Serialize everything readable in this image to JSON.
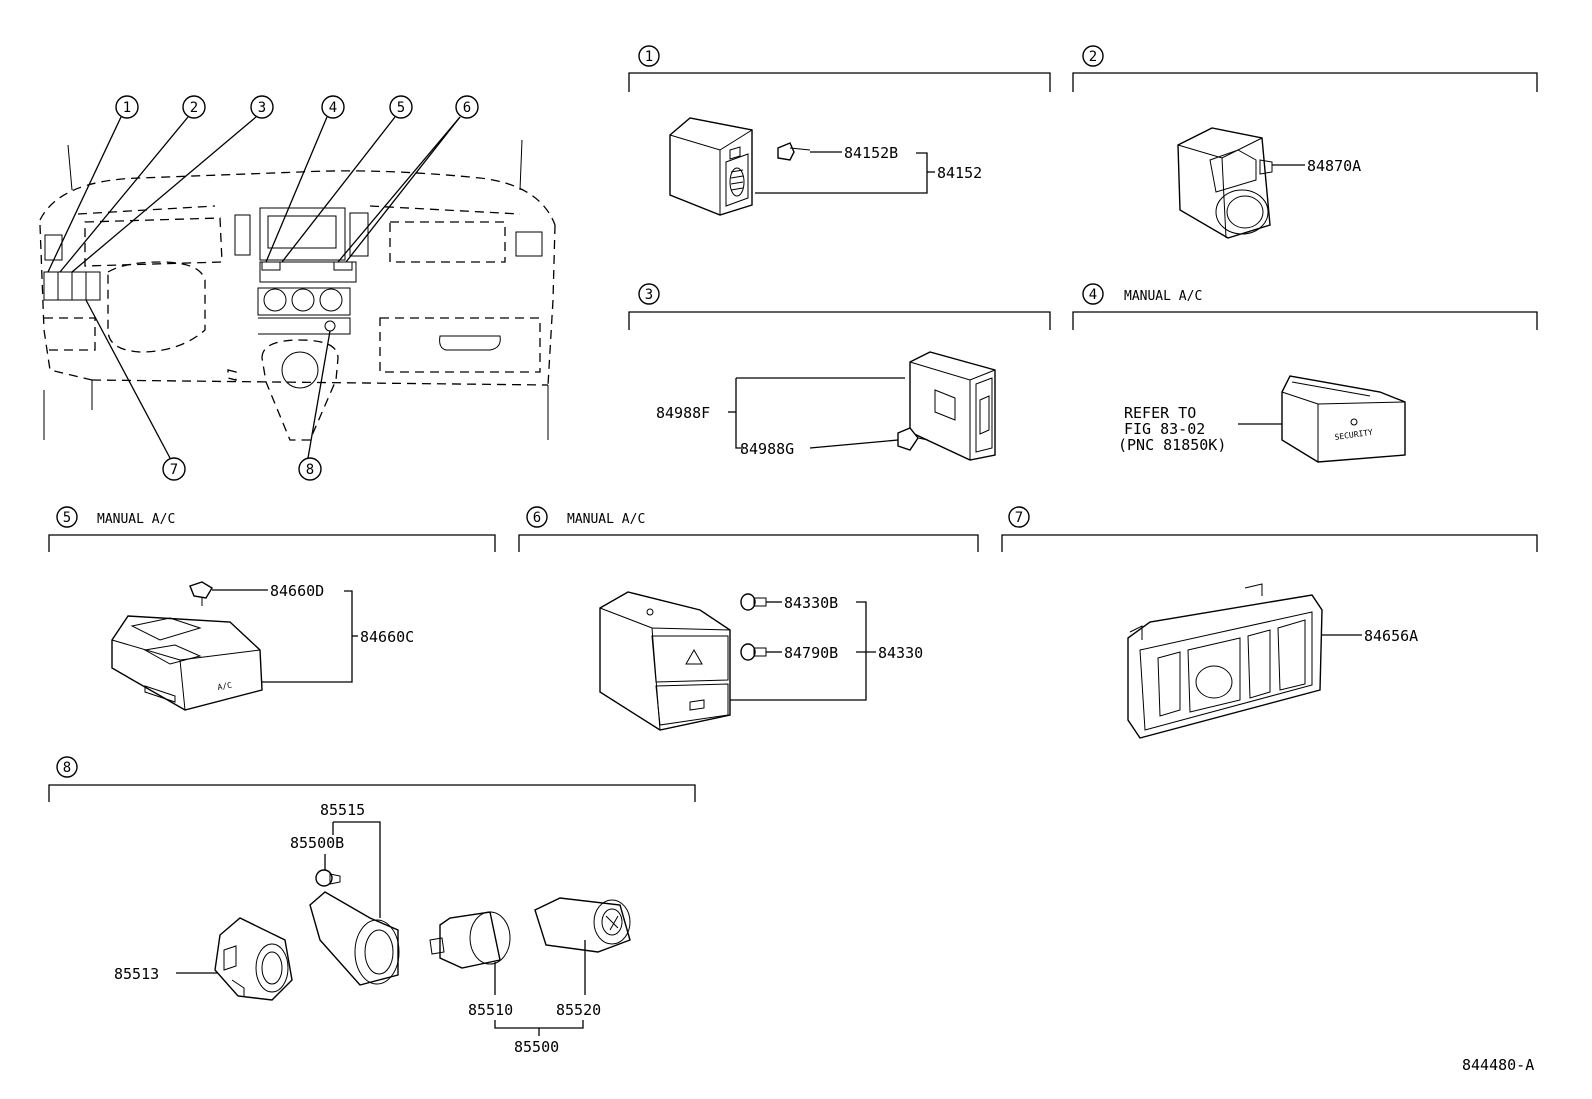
{
  "callouts": [
    "1",
    "2",
    "3",
    "4",
    "5",
    "6",
    "7",
    "8"
  ],
  "sections": {
    "s1": {
      "num": "1",
      "note": ""
    },
    "s2": {
      "num": "2",
      "note": ""
    },
    "s3": {
      "num": "3",
      "note": ""
    },
    "s4": {
      "num": "4",
      "note": "MANUAL A/C"
    },
    "s5": {
      "num": "5",
      "note": "MANUAL A/C"
    },
    "s6": {
      "num": "6",
      "note": "MANUAL A/C"
    },
    "s7": {
      "num": "7",
      "note": ""
    },
    "s8": {
      "num": "8",
      "note": ""
    }
  },
  "parts": {
    "p84152B": "84152B",
    "p84152": "84152",
    "p84870A": "84870A",
    "p84988F": "84988F",
    "p84988G": "84988G",
    "refer_line1": "REFER TO",
    "refer_line2": "FIG 83-02",
    "refer_line3": "(PNC 81850K)",
    "p84660D": "84660D",
    "p84660C": "84660C",
    "p84330B": "84330B",
    "p84790B": "84790B",
    "p84330": "84330",
    "p84656A": "84656A",
    "p85515": "85515",
    "p85500B": "85500B",
    "p85513": "85513",
    "p85510": "85510",
    "p85520": "85520",
    "p85500": "85500"
  },
  "labels": {
    "security": "SECURITY",
    "ac": "A/C"
  },
  "figure_id": "844480-A"
}
